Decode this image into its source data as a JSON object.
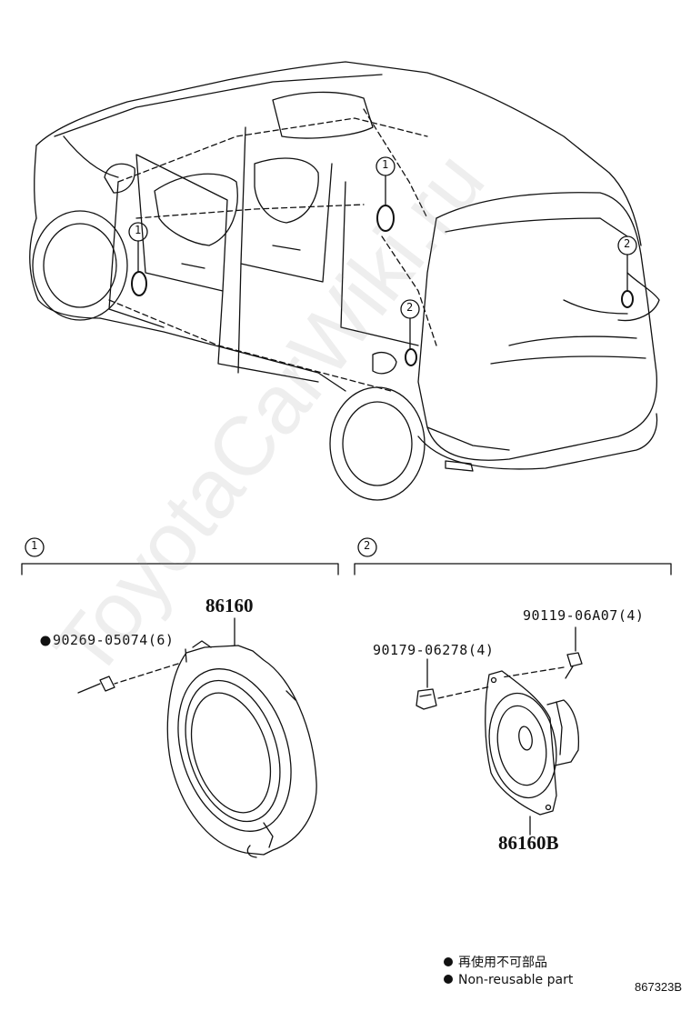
{
  "diagram": {
    "figure_id": "867323B",
    "watermark": "ToyotaCarWiki.ru",
    "callout_marker_1": "1",
    "callout_marker_2": "2",
    "section_1": {
      "marker": "1",
      "parts": {
        "speaker_assy": "86160",
        "screw": "90269-05074(6)"
      }
    },
    "section_2": {
      "marker": "2",
      "parts": {
        "speaker_assy": "86160B",
        "bolt": "90119-06A07(4)",
        "nut": "90179-06278(4)"
      }
    },
    "legend": {
      "japanese": "再使用不可部品",
      "english": "Non-reusable part"
    },
    "colors": {
      "line": "#111111",
      "watermark": "#969696"
    }
  }
}
